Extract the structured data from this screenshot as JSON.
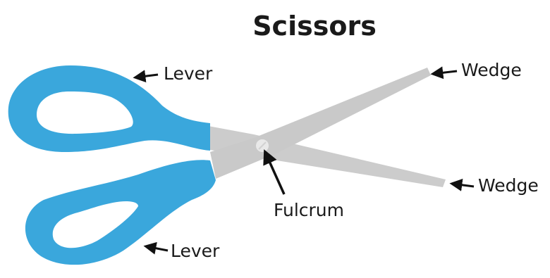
{
  "title": "Scissors",
  "labels": {
    "lever_top": "Lever",
    "lever_bottom": "Lever",
    "wedge_top": "Wedge",
    "wedge_bottom": "Wedge",
    "fulcrum": "Fulcrum"
  },
  "colors": {
    "handle": "#3aa7dc",
    "blade": "#cccccc",
    "pivot": "#e9e9e9",
    "text": "#1a1a1a",
    "arrow": "#111111"
  }
}
